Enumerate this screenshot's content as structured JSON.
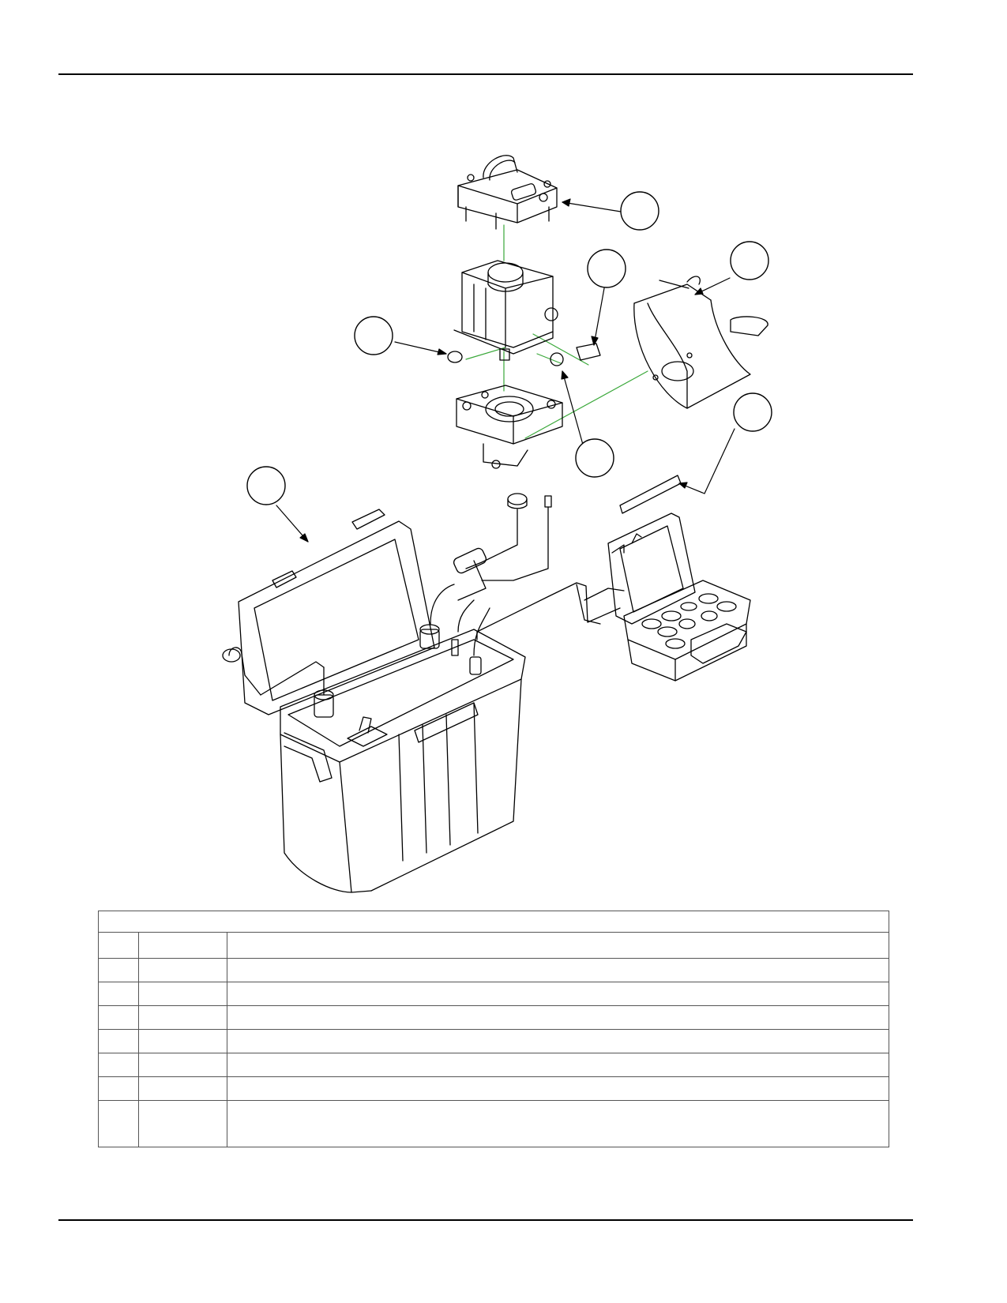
{
  "document": {
    "figure": {
      "callouts": [
        {
          "id": "callout-a",
          "text": ""
        },
        {
          "id": "callout-b",
          "text": ""
        },
        {
          "id": "callout-c",
          "text": ""
        },
        {
          "id": "callout-d",
          "text": ""
        },
        {
          "id": "callout-e",
          "text": ""
        },
        {
          "id": "callout-f",
          "text": ""
        },
        {
          "id": "callout-g",
          "text": ""
        }
      ]
    },
    "parts_table": {
      "title": "",
      "headers": [
        "",
        "",
        ""
      ],
      "rows": [
        [
          "",
          "",
          ""
        ],
        [
          "",
          "",
          ""
        ],
        [
          "",
          "",
          ""
        ],
        [
          "",
          "",
          ""
        ],
        [
          "",
          "",
          ""
        ],
        [
          "",
          "",
          ""
        ],
        [
          "",
          "",
          ""
        ]
      ]
    }
  },
  "colors": {
    "line": "#000000",
    "guide_line": "#3aa83a",
    "table_border": "#555555"
  }
}
